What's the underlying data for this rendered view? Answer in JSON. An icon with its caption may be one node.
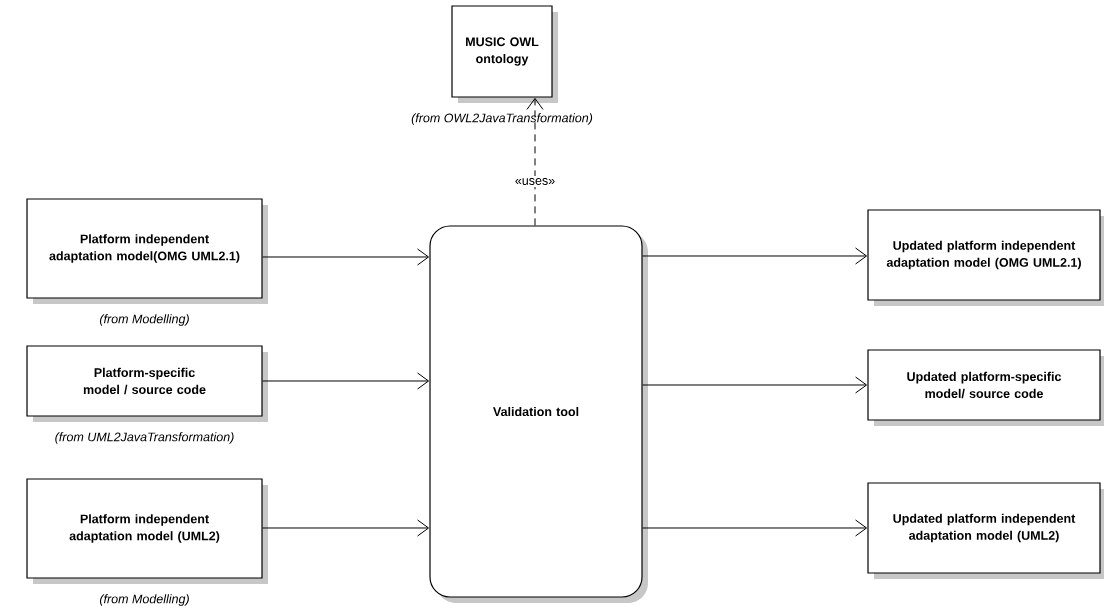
{
  "diagram": {
    "nodes": [
      {
        "text": [
          "MUSIC OWL ontology"
        ],
        "beside": [
          "(from OWL2JavaTransformation)"
        ]
      },
      {
        "text": [
          "Platform independent adaptation model(OMG UML2.1)"
        ],
        "beside": [
          "(from Modelling)"
        ]
      },
      {
        "text": [
          "Platform-specific model / source code"
        ],
        "beside": [
          "(from UML2JavaTransformation)"
        ]
      },
      {
        "text": [
          "Platform independent adaptation model (UML2)"
        ],
        "beside": [
          "(from Modelling)"
        ]
      },
      {
        "text": [
          "Validation tool"
        ]
      },
      {
        "text": [
          "Updated platform independent adaptation model (OMG UML2.1)"
        ]
      },
      {
        "text": [
          "Updated platform-specific model/ source code"
        ]
      },
      {
        "text": [
          "Updated platform independent adaptation model (UML2)"
        ]
      }
    ],
    "edges": [
      {
        "from": 4,
        "to": 0,
        "arrow": "to",
        "style": "dashed",
        "label": "«uses»"
      },
      {
        "from": 1,
        "to": 4,
        "arrow": "to"
      },
      {
        "from": 2,
        "to": 4,
        "arrow": "to"
      },
      {
        "from": 3,
        "to": 4,
        "arrow": "to"
      },
      {
        "from": 4,
        "to": 5,
        "arrow": "to"
      },
      {
        "from": 4,
        "to": 6,
        "arrow": "to"
      },
      {
        "from": 4,
        "to": 7,
        "arrow": "to"
      }
    ]
  }
}
